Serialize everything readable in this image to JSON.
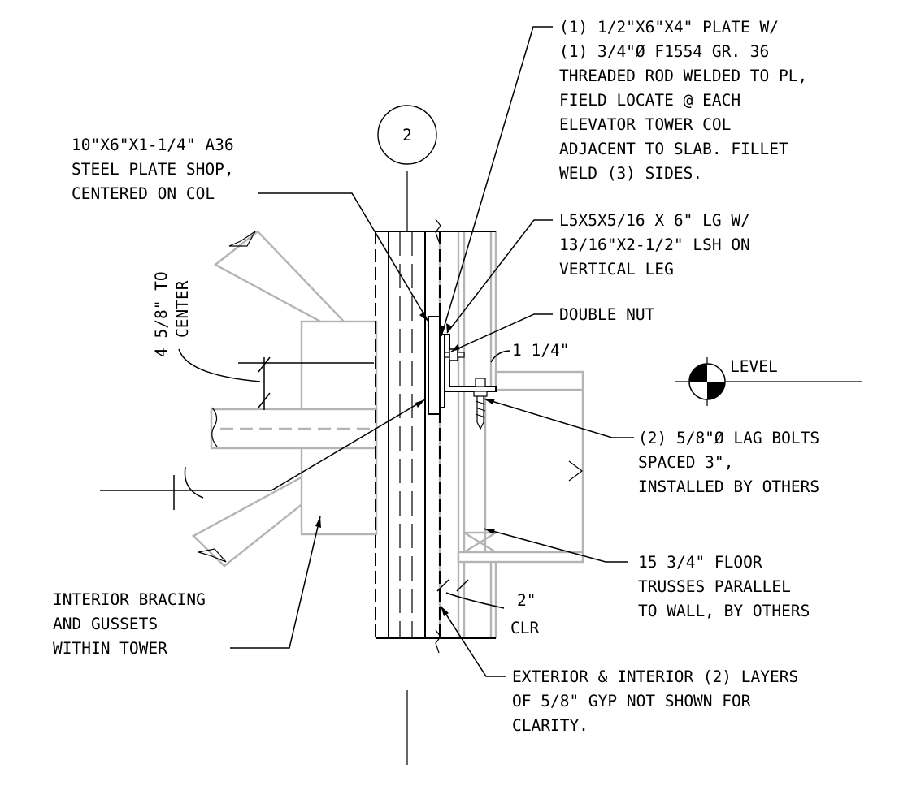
{
  "grid_bubble": "2",
  "level_label": "LEVEL",
  "notes": {
    "plate_rod": [
      "(1) 1/2\"X6\"X4\" PLATE W/",
      "(1) 3/4\"Ø F1554 GR. 36",
      "THREADED ROD WELDED TO PL,",
      "FIELD LOCATE @ EACH",
      "ELEVATOR TOWER COL",
      "ADJACENT TO SLAB. FILLET",
      "WELD (3) SIDES."
    ],
    "steel_plate": [
      "10\"X6\"X1-1/4\" A36",
      "STEEL PLATE SHOP,",
      "CENTERED ON COL"
    ],
    "angle": [
      "L5X5X5/16 X 6\" LG W/",
      "13/16\"X2-1/2\" LSH ON",
      "VERTICAL LEG"
    ],
    "double_nut": "DOUBLE NUT",
    "dim_1_1_4": "1 1/4\"",
    "dim_center": [
      "4 5/8\" TO",
      "CENTER"
    ],
    "lag_bolts": [
      "(2) 5/8\"Ø LAG BOLTS",
      "SPACED 3\",",
      "INSTALLED BY OTHERS"
    ],
    "floor_trusses": [
      "15 3/4\" FLOOR",
      "TRUSSES PARALLEL",
      "TO WALL, BY OTHERS"
    ],
    "bracing": [
      "INTERIOR BRACING",
      "AND GUSSETS",
      "WITHIN TOWER"
    ],
    "clr": [
      "2\"",
      "CLR"
    ],
    "gyp": [
      "EXTERIOR & INTERIOR (2) LAYERS",
      "OF 5/8\" GYP NOT SHOWN FOR",
      "CLARITY."
    ]
  }
}
